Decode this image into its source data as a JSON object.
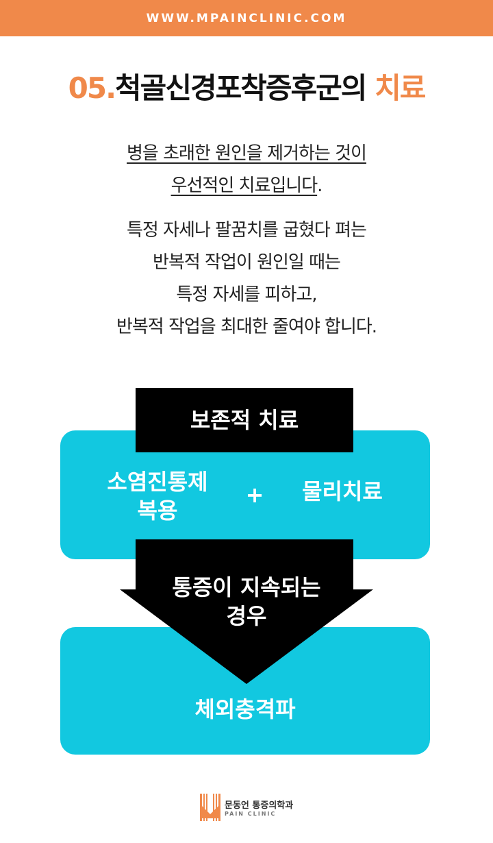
{
  "header": {
    "url": "WWW.MPAINCLINIC.COM"
  },
  "title": {
    "number": "05.",
    "main": "척골신경포착증후군의 ",
    "accent": "치료"
  },
  "intro": {
    "line1": "병을 초래한 원인을 제거하는 것이",
    "line2_underlined": "우선적인 치료입니다",
    "line2_end": "."
  },
  "body": [
    "특정 자세나 팔꿈치를 굽혔다 펴는",
    "반복적 작업이 원인일 때는",
    "특정 자세를 피하고,",
    "반복적 작업을 최대한 줄여야 합니다."
  ],
  "diagram": {
    "header": "보존적 치료",
    "option1_line1": "소염진통제",
    "option1_line2": "복용",
    "plus": "+",
    "option2": "물리치료",
    "arrow_line1": "통증이 지속되는",
    "arrow_line2": "경우",
    "result": "체외충격파"
  },
  "logo": {
    "name": "문동언 통증의학과",
    "sub": "PAIN CLINIC"
  },
  "colors": {
    "orange": "#F0894A",
    "cyan": "#12C8E0"
  }
}
